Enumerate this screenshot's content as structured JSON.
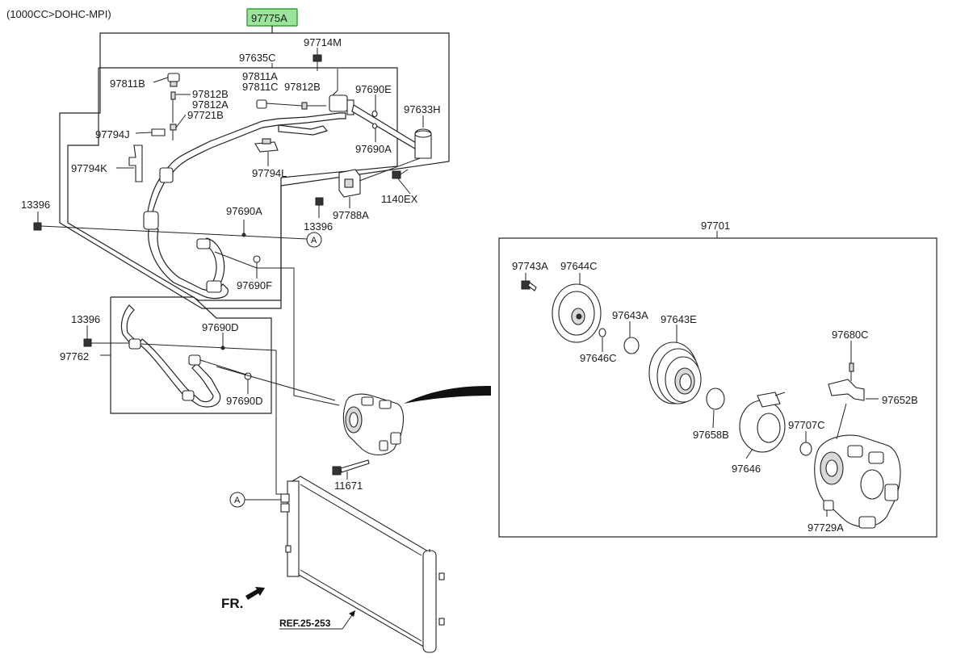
{
  "header": {
    "variant": "(1000CC>DOHC-MPI)"
  },
  "highlight": {
    "part": "97775A",
    "color": "#9be59b"
  },
  "parts": {
    "p97714M": "97714M",
    "p97635C": "97635C",
    "p97811A": "97811A",
    "p97811C": "97811C",
    "p97811B": "97811B",
    "p97812B_a": "97812B",
    "p97812A": "97812A",
    "p97812B_b": "97812B",
    "p97721B": "97721B",
    "p97690E": "97690E",
    "p97633H": "97633H",
    "p97690A_a": "97690A",
    "p97794J": "97794J",
    "p97794K": "97794K",
    "p97794L": "97794L",
    "p1140EX": "1140EX",
    "p97788A": "97788A",
    "p13396_a": "13396",
    "p13396_b": "13396",
    "p97690A_b": "97690A",
    "p97690F": "97690F",
    "p13396_c": "13396",
    "p97762": "97762",
    "p97690D_a": "97690D",
    "p97690D_b": "97690D",
    "p11671": "11671",
    "p97701": "97701",
    "p97743A": "97743A",
    "p97644C": "97644C",
    "p97643A": "97643A",
    "p97643E": "97643E",
    "p97646C": "97646C",
    "p97680C": "97680C",
    "p97652B": "97652B",
    "p97658B": "97658B",
    "p97707C": "97707C",
    "p97646": "97646",
    "p97729A": "97729A"
  },
  "markers": {
    "circle_a1": "A",
    "circle_a2": "A"
  },
  "front_label": "FR.",
  "ref_label": "REF.25-253"
}
